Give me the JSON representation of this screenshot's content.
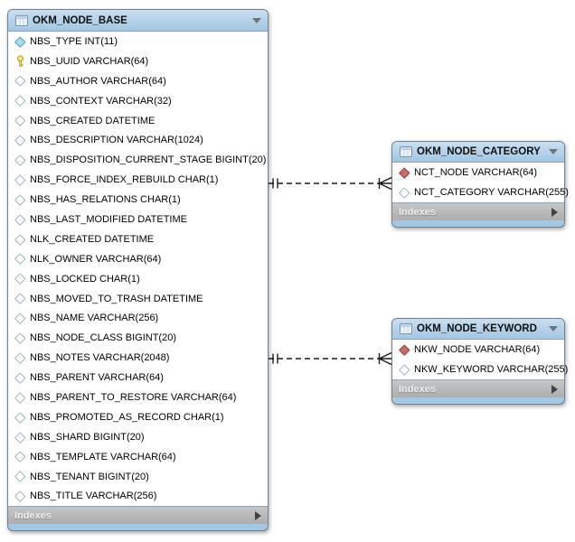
{
  "tables": {
    "base": {
      "title": "OKM_NODE_BASE",
      "footer_label": "Indexes",
      "columns": [
        {
          "label": "NBS_TYPE INT(11)",
          "icon": "not-null-diamond"
        },
        {
          "label": "NBS_UUID VARCHAR(64)",
          "icon": "primary-key"
        },
        {
          "label": "NBS_AUTHOR VARCHAR(64)",
          "icon": "nullable-diamond"
        },
        {
          "label": "NBS_CONTEXT VARCHAR(32)",
          "icon": "nullable-diamond"
        },
        {
          "label": "NBS_CREATED DATETIME",
          "icon": "nullable-diamond"
        },
        {
          "label": "NBS_DESCRIPTION VARCHAR(1024)",
          "icon": "nullable-diamond"
        },
        {
          "label": "NBS_DISPOSITION_CURRENT_STAGE BIGINT(20)",
          "icon": "nullable-diamond"
        },
        {
          "label": "NBS_FORCE_INDEX_REBUILD CHAR(1)",
          "icon": "nullable-diamond"
        },
        {
          "label": "NBS_HAS_RELATIONS CHAR(1)",
          "icon": "nullable-diamond"
        },
        {
          "label": "NBS_LAST_MODIFIED DATETIME",
          "icon": "nullable-diamond"
        },
        {
          "label": "NLK_CREATED DATETIME",
          "icon": "nullable-diamond"
        },
        {
          "label": "NLK_OWNER VARCHAR(64)",
          "icon": "nullable-diamond"
        },
        {
          "label": "NBS_LOCKED CHAR(1)",
          "icon": "nullable-diamond"
        },
        {
          "label": "NBS_MOVED_TO_TRASH DATETIME",
          "icon": "nullable-diamond"
        },
        {
          "label": "NBS_NAME VARCHAR(256)",
          "icon": "nullable-diamond"
        },
        {
          "label": "NBS_NODE_CLASS BIGINT(20)",
          "icon": "nullable-diamond"
        },
        {
          "label": "NBS_NOTES VARCHAR(2048)",
          "icon": "nullable-diamond"
        },
        {
          "label": "NBS_PARENT VARCHAR(64)",
          "icon": "nullable-diamond"
        },
        {
          "label": "NBS_PARENT_TO_RESTORE VARCHAR(64)",
          "icon": "nullable-diamond"
        },
        {
          "label": "NBS_PROMOTED_AS_RECORD CHAR(1)",
          "icon": "nullable-diamond"
        },
        {
          "label": "NBS_SHARD BIGINT(20)",
          "icon": "nullable-diamond"
        },
        {
          "label": "NBS_TEMPLATE VARCHAR(64)",
          "icon": "nullable-diamond"
        },
        {
          "label": "NBS_TENANT BIGINT(20)",
          "icon": "nullable-diamond"
        },
        {
          "label": "NBS_TITLE VARCHAR(256)",
          "icon": "nullable-diamond"
        }
      ]
    },
    "category": {
      "title": "OKM_NODE_CATEGORY",
      "footer_label": "Indexes",
      "columns": [
        {
          "label": "NCT_NODE VARCHAR(64)",
          "icon": "foreign-key-diamond"
        },
        {
          "label": "NCT_CATEGORY VARCHAR(255)",
          "icon": "nullable-diamond"
        }
      ]
    },
    "keyword": {
      "title": "OKM_NODE_KEYWORD",
      "footer_label": "Indexes",
      "columns": [
        {
          "label": "NKW_NODE VARCHAR(64)",
          "icon": "foreign-key-diamond"
        },
        {
          "label": "NKW_KEYWORD VARCHAR(255)",
          "icon": "nullable-diamond"
        }
      ]
    }
  },
  "relationships": [
    {
      "from": "OKM_NODE_BASE",
      "to": "OKM_NODE_CATEGORY",
      "cardinality": "one-to-many",
      "line_style": "dashed"
    },
    {
      "from": "OKM_NODE_BASE",
      "to": "OKM_NODE_KEYWORD",
      "cardinality": "one-to-many",
      "line_style": "dashed"
    }
  ],
  "icons": {
    "table": "table-icon",
    "header_collapse": "chevron-down-icon",
    "footer_expand": "arrow-right-icon",
    "primary_key": "key-icon",
    "not_null": "filled-diamond-icon",
    "nullable": "hollow-diamond-icon",
    "foreign_key": "red-diamond-icon"
  },
  "colors": {
    "header_blue": "#abc9e4",
    "footer_gray": "#b5b5b5",
    "pk_yellow": "#f2dd5e",
    "fk_red": "#c3706b",
    "notnull_cyan": "#a9dcec",
    "relationship_line": "#1a1a1a"
  }
}
